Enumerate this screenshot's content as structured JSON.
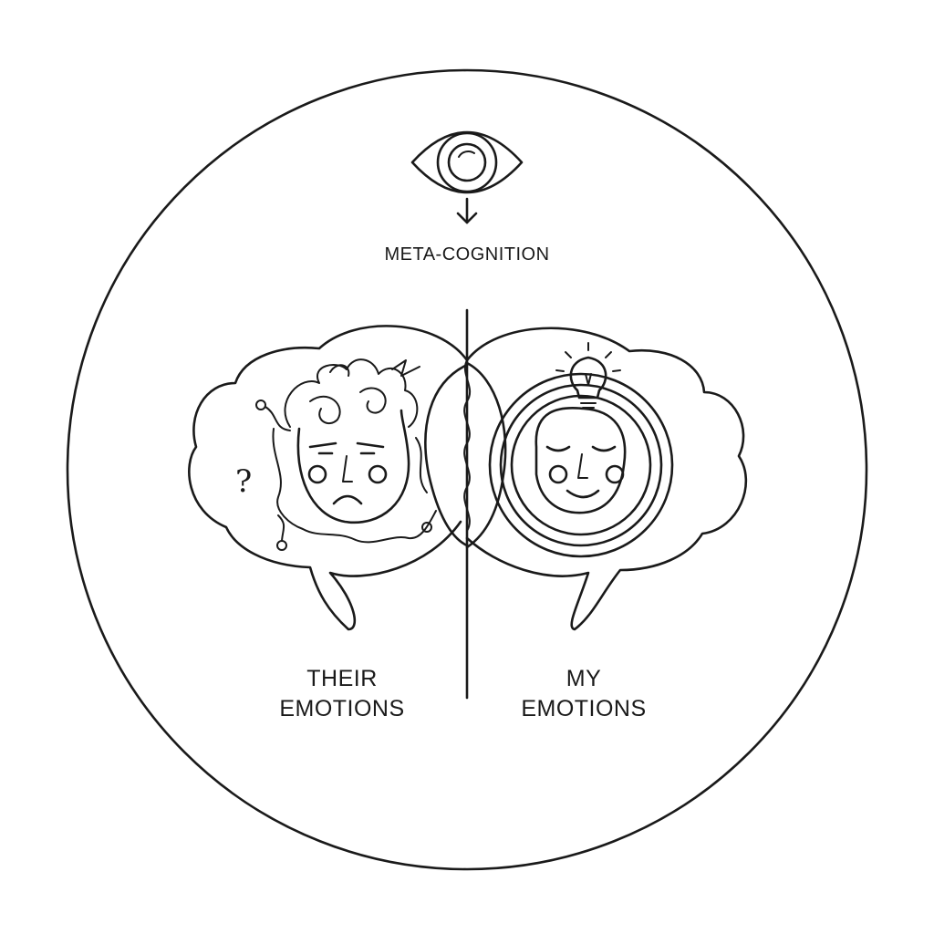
{
  "diagram": {
    "top_label": "META-COGNITION",
    "left_label": {
      "line1": "THEIR",
      "line2": "EMOTIONS"
    },
    "right_label": {
      "line1": "MY",
      "line2": "EMOTIONS"
    },
    "question_mark": "?",
    "stroke_color": "#1a1a1a",
    "background": "#ffffff",
    "icons": [
      "eye-icon",
      "arrow-down-icon",
      "lightbulb-icon",
      "frowning-face-icon",
      "smiling-face-icon"
    ]
  }
}
